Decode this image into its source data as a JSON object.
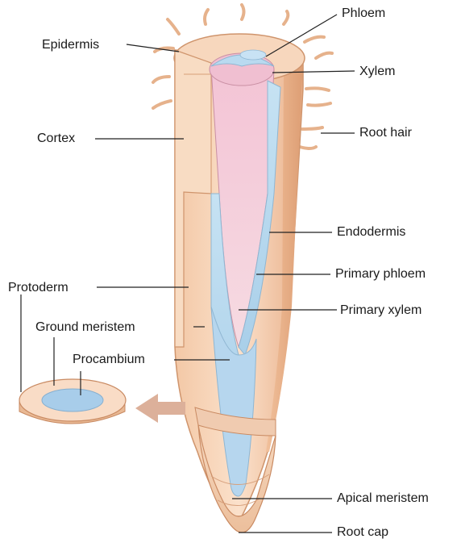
{
  "labels": {
    "phloem": "Phloem",
    "epidermis": "Epidermis",
    "xylem": "Xylem",
    "cortex": "Cortex",
    "root_hair": "Root hair",
    "endodermis": "Endodermis",
    "primary_phloem": "Primary phloem",
    "protoderm": "Protoderm",
    "primary_xylem": "Primary xylem",
    "ground_meristem": "Ground meristem",
    "procambium": "Procambium",
    "apical_meristem": "Apical meristem",
    "root_cap": "Root cap"
  },
  "colors": {
    "tissue": "#f6d2b4",
    "tissue_dark": "#e4ac84",
    "outline": "#c98a62",
    "vascular_blue": "#b9d9ee",
    "vascular_pink": "#f2c6d6",
    "arrow": "#d9a68c",
    "leader": "#222222"
  }
}
